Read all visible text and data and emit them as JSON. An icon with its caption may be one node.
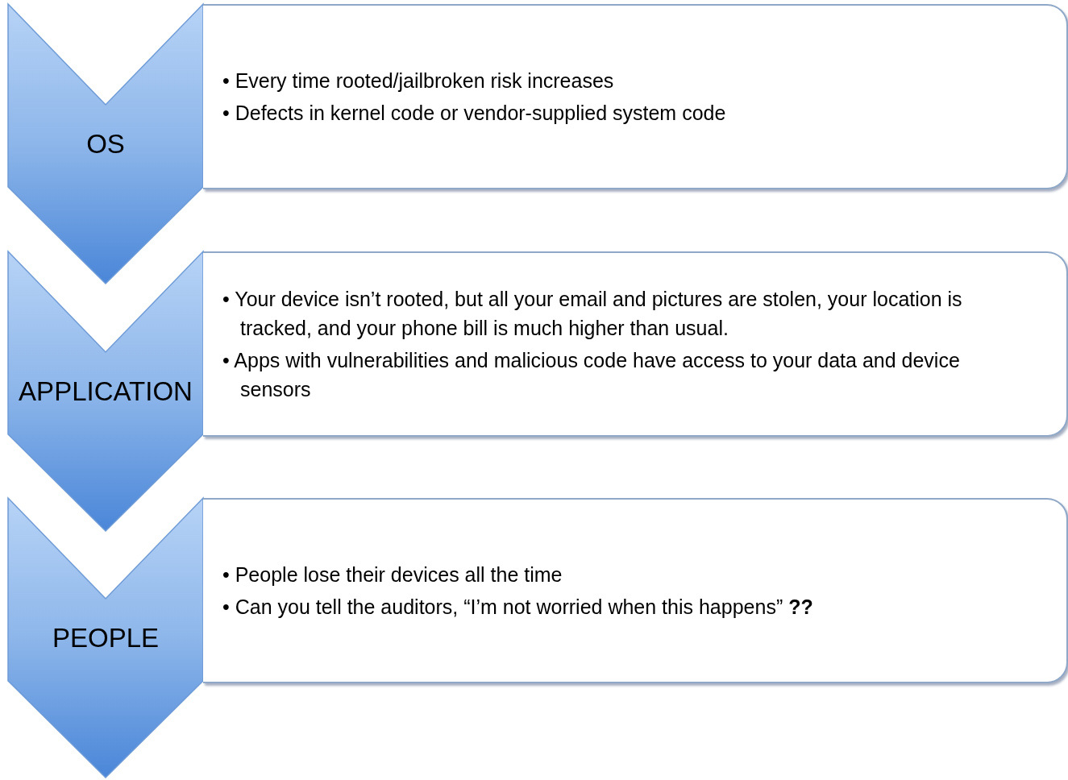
{
  "diagram": {
    "nodes": [
      {
        "text": [
          "OS"
        ]
      },
      {
        "text": [
          "• Every time rooted/jailbroken risk increases",
          "• Defects in kernel code or vendor-supplied system code"
        ]
      },
      {
        "text": [
          "APPLICATION"
        ]
      },
      {
        "text": [
          "• Your device isn’t rooted, but all your email and pictures are stolen, your location is tracked, and your phone bill is much higher than usual.",
          "• Apps with vulnerabilities and malicious code have access to your data and device sensors"
        ]
      },
      {
        "text": [
          "PEOPLE"
        ]
      },
      {
        "text": [
          "• People lose their devices all the time",
          "• Can you tell the auditors, “I’m not worried when this happens” **??**"
        ]
      }
    ]
  }
}
